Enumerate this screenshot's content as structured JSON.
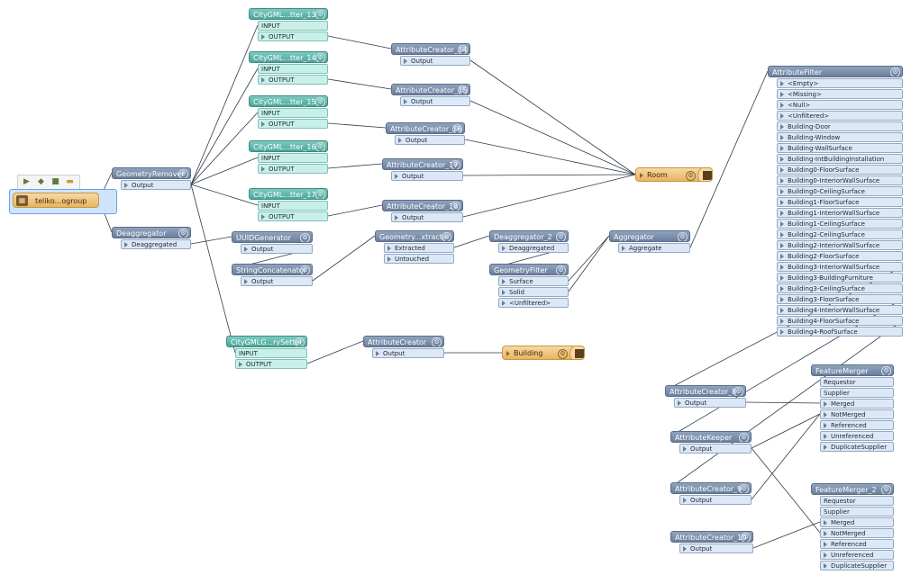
{
  "toolbar": {
    "icons": [
      "add-reader-icon",
      "add-transformer-icon",
      "add-writer-icon",
      "folder-icon"
    ]
  },
  "source": {
    "label": "teliko...ogroup"
  },
  "colors": {
    "transformer": "#6a7f9c",
    "setter": "#4aa69a",
    "writer": "#e8b462",
    "port": "#dde8f6",
    "wire": "#2f3a45",
    "warn": "#f0c040"
  },
  "nodes": {
    "geometry_remover": {
      "title": "GeometryRemover",
      "ports": [
        "Output"
      ]
    },
    "deaggregator": {
      "title": "Deaggregator",
      "ports": [
        "Deaggregated"
      ]
    },
    "setter_13": {
      "title": "CityGML...tter_13",
      "ports": [
        "INPUT",
        "OUTPUT"
      ]
    },
    "setter_14": {
      "title": "CityGML...tter_14",
      "ports": [
        "INPUT",
        "OUTPUT"
      ]
    },
    "setter_15": {
      "title": "CityGML...tter_15",
      "ports": [
        "INPUT",
        "OUTPUT"
      ]
    },
    "setter_16": {
      "title": "CityGML...tter_16",
      "ports": [
        "INPUT",
        "OUTPUT"
      ]
    },
    "setter_17": {
      "title": "CityGML...tter_17",
      "ports": [
        "INPUT",
        "OUTPUT"
      ]
    },
    "creator_14": {
      "title": "AttributeCreator_14",
      "ports": [
        "Output"
      ]
    },
    "creator_15": {
      "title": "AttributeCreator_15",
      "ports": [
        "Output"
      ]
    },
    "creator_16": {
      "title": "AttributeCreator_16",
      "ports": [
        "Output"
      ]
    },
    "creator_17": {
      "title": "AttributeCreator_17",
      "ports": [
        "Output"
      ]
    },
    "creator_18": {
      "title": "AttributeCreator_18",
      "ports": [
        "Output"
      ]
    },
    "uuid": {
      "title": "UUIDGenerator",
      "ports": [
        "Output"
      ]
    },
    "concat": {
      "title": "StringConcatenator",
      "ports": [
        "Output"
      ]
    },
    "extractor": {
      "title": "Geometry...xtractor",
      "ports": [
        "Extracted",
        "Untouched"
      ]
    },
    "deagg2": {
      "title": "Deaggregator_2",
      "ports": [
        "Deaggregated"
      ]
    },
    "geomfilter": {
      "title": "GeometryFilter",
      "ports": [
        "Surface",
        "Solid",
        "<Unfiltered>"
      ]
    },
    "aggregator": {
      "title": "Aggregator",
      "ports": [
        "Aggregate"
      ]
    },
    "room": {
      "title": "Room"
    },
    "building": {
      "title": "Building"
    },
    "setter_ry": {
      "title": "CityGMLG...rySetter",
      "ports": [
        "INPUT",
        "OUTPUT"
      ]
    },
    "creator": {
      "title": "AttributeCreator",
      "ports": [
        "Output"
      ]
    },
    "attrfilter": {
      "title": "AttributeFilter",
      "ports": [
        "<Empty>",
        "<Missing>",
        "<Null>",
        "<Unfiltered>",
        "Building-Door",
        "Building-Window",
        "Building-WallSurface",
        "Building-IntBuildingInstallation",
        "Building0-FloorSurface",
        "Building0-InteriorWallSurface",
        "Building0-CeilingSurface",
        "Building1-FloorSurface",
        "Building1-InteriorWallSurface",
        "Building1-CeilingSurface",
        "Building2-CeilingSurface",
        "Building2-InteriorWallSurface",
        "Building2-FloorSurface",
        "Building3-InteriorWallSurface",
        "Building3-BuildingFurniture",
        "Building3-CeilingSurface",
        "Building3-FloorSurface",
        "Building4-InteriorWallSurface",
        "Building4-FloorSurface",
        "Building4-RoofSurface"
      ]
    },
    "creator_8": {
      "title": "AttributeCreator_8",
      "ports": [
        "Output"
      ]
    },
    "keeper": {
      "title": "AttributeKeeper",
      "ports": [
        "Output"
      ]
    },
    "creator_9": {
      "title": "AttributeCreator_9",
      "ports": [
        "Output"
      ]
    },
    "creator_10": {
      "title": "AttributeCreator_10",
      "ports": [
        "Output"
      ]
    },
    "merger": {
      "title": "FeatureMerger",
      "inputs": [
        "Requestor",
        "Supplier"
      ],
      "ports": [
        "Merged",
        "NotMerged",
        "Referenced",
        "Unreferenced",
        "DuplicateSupplier"
      ]
    },
    "merger_2": {
      "title": "FeatureMerger_2",
      "inputs": [
        "Requestor",
        "Supplier"
      ],
      "ports": [
        "Merged",
        "NotMerged",
        "Referenced",
        "Unreferenced",
        "DuplicateSupplier"
      ]
    }
  }
}
